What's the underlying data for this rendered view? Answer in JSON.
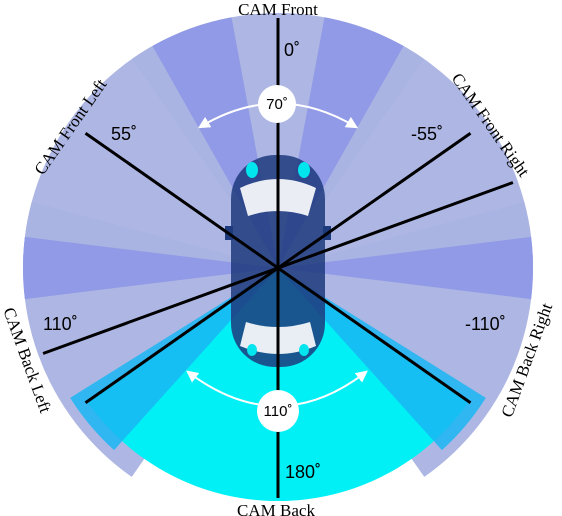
{
  "cameras": {
    "front": {
      "label": "CAM Front",
      "angle": "0˚"
    },
    "front_left": {
      "label": "CAM Front Left",
      "angle": "55˚"
    },
    "front_right": {
      "label": "CAM Front Right",
      "angle": "-55˚"
    },
    "back_left": {
      "label": "CAM Back Left",
      "angle": "110˚"
    },
    "back_right": {
      "label": "CAM Back Right",
      "angle": "-110˚"
    },
    "back": {
      "label": "CAM Back",
      "angle": "180˚"
    }
  },
  "fov": {
    "front": "70˚",
    "back": "110˚"
  },
  "colors": {
    "side_fov": "#aab3e3",
    "overlap": "#8e97e6",
    "back_fov": "#00f0f5",
    "back_overlap": "#1ab6f2",
    "car_body": "#1d3a7c",
    "car_window": "#00e5ee",
    "axis": "#000000"
  }
}
